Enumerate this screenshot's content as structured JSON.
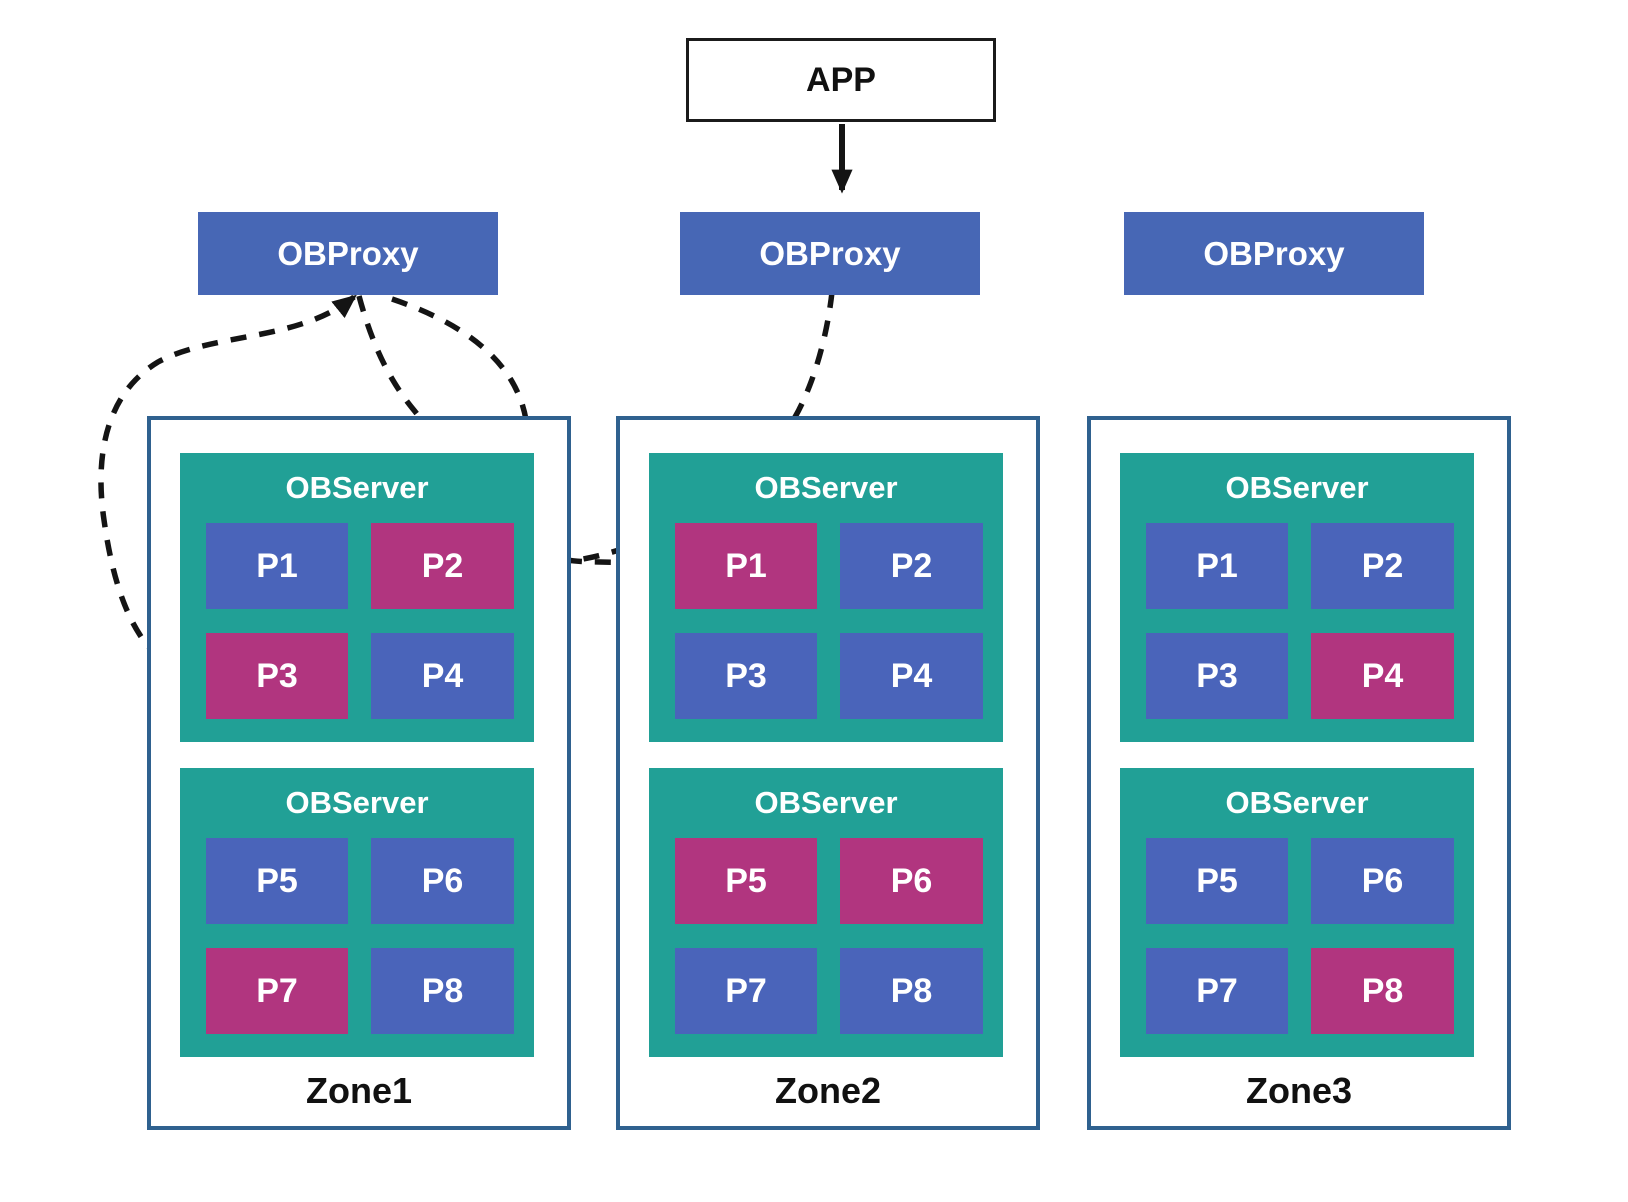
{
  "app": {
    "label": "APP"
  },
  "proxies": [
    {
      "label": "OBProxy"
    },
    {
      "label": "OBProxy"
    },
    {
      "label": "OBProxy"
    }
  ],
  "zones": [
    {
      "name": "Zone1",
      "servers": [
        {
          "title": "OBServer",
          "partitions": [
            {
              "label": "P1",
              "leader": false
            },
            {
              "label": "P2",
              "leader": true
            },
            {
              "label": "P3",
              "leader": true
            },
            {
              "label": "P4",
              "leader": false
            }
          ]
        },
        {
          "title": "OBServer",
          "partitions": [
            {
              "label": "P5",
              "leader": false
            },
            {
              "label": "P6",
              "leader": false
            },
            {
              "label": "P7",
              "leader": true
            },
            {
              "label": "P8",
              "leader": false
            }
          ]
        }
      ]
    },
    {
      "name": "Zone2",
      "servers": [
        {
          "title": "OBServer",
          "partitions": [
            {
              "label": "P1",
              "leader": true
            },
            {
              "label": "P2",
              "leader": false
            },
            {
              "label": "P3",
              "leader": false
            },
            {
              "label": "P4",
              "leader": false
            }
          ]
        },
        {
          "title": "OBServer",
          "partitions": [
            {
              "label": "P5",
              "leader": true
            },
            {
              "label": "P6",
              "leader": true
            },
            {
              "label": "P7",
              "leader": false
            },
            {
              "label": "P8",
              "leader": false
            }
          ]
        }
      ]
    },
    {
      "name": "Zone3",
      "servers": [
        {
          "title": "OBServer",
          "partitions": [
            {
              "label": "P1",
              "leader": false
            },
            {
              "label": "P2",
              "leader": false
            },
            {
              "label": "P3",
              "leader": false
            },
            {
              "label": "P4",
              "leader": true
            }
          ]
        },
        {
          "title": "OBServer",
          "partitions": [
            {
              "label": "P5",
              "leader": false
            },
            {
              "label": "P6",
              "leader": false
            },
            {
              "label": "P7",
              "leader": false
            },
            {
              "label": "P8",
              "leader": true
            }
          ]
        }
      ]
    }
  ],
  "connections": [
    {
      "from": "APP",
      "to": "OBProxy-2",
      "style": "solid"
    },
    {
      "from": "OBProxy-1",
      "to": "Zone1.P3",
      "style": "dashed",
      "double_headed": true
    },
    {
      "from": "OBProxy-1",
      "to": "Zone1.P2",
      "style": "dashed"
    },
    {
      "from": "OBProxy-1",
      "to": "Zone2.P1",
      "style": "dashed"
    },
    {
      "from": "OBProxy-2",
      "to": "Zone1.P2",
      "style": "dashed"
    }
  ],
  "colors": {
    "proxy_blue": "#4767b5",
    "partition_blue": "#4a64ba",
    "leader_magenta": "#b1357f",
    "server_teal": "#21a096",
    "zone_border": "#2f618f",
    "arrow_color": "#141414"
  }
}
